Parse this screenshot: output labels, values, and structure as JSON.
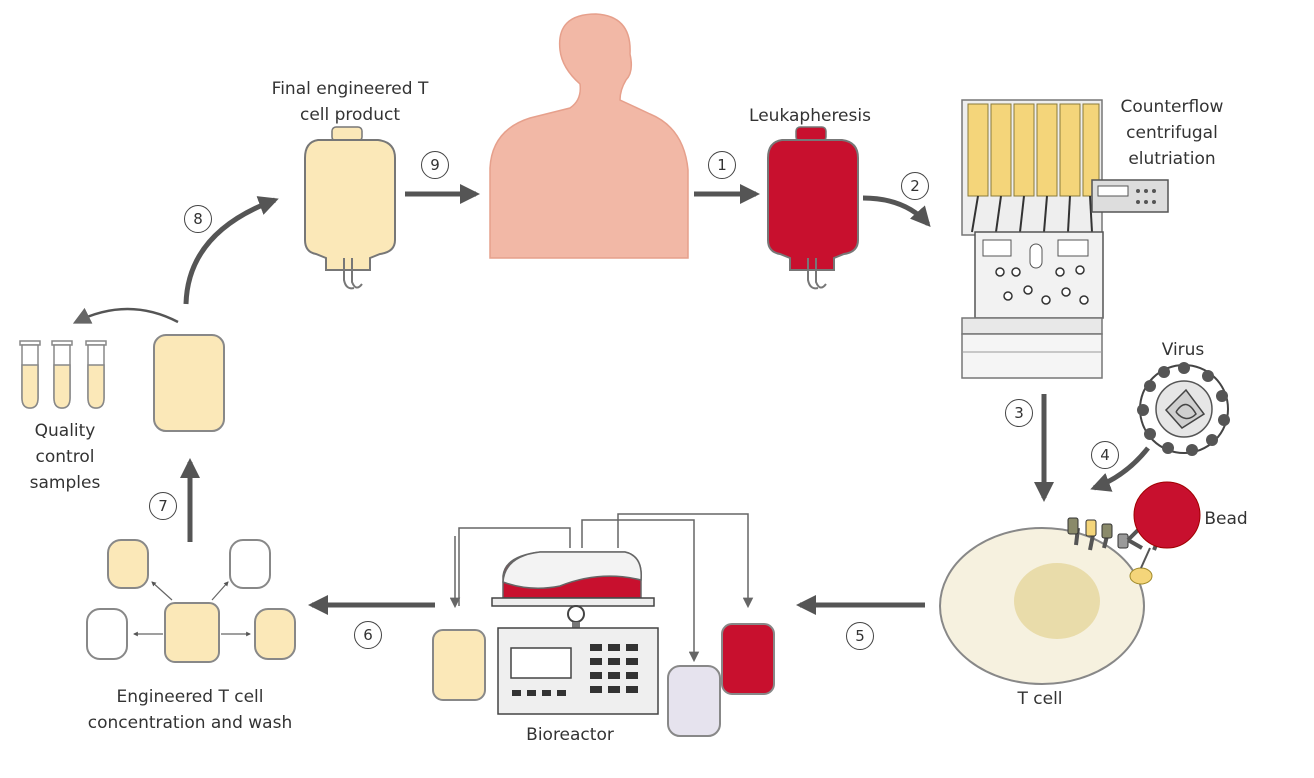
{
  "labels": {
    "final_product": "Final engineered T cell product",
    "leukapheresis": "Leukapheresis",
    "elutriation": "Counterflow centrifugal elutriation",
    "virus": "Virus",
    "bead": "Bead",
    "tcell": "T cell",
    "bioreactor": "Bioreactor",
    "concentration": "Engineered T cell concentration and wash",
    "quality": "Quality control samples"
  },
  "steps": [
    "1",
    "2",
    "3",
    "4",
    "5",
    "6",
    "7",
    "8",
    "9"
  ],
  "colors": {
    "arrow": "#555555",
    "blood_bag": "#c8102e",
    "product_bag": "#fbe8b8",
    "skin": "#f2b8a6",
    "cell": "#f6f1df",
    "nucleus": "#e9dcaa",
    "bead": "#c8102e",
    "wash_bag": "#e6e3ee"
  }
}
